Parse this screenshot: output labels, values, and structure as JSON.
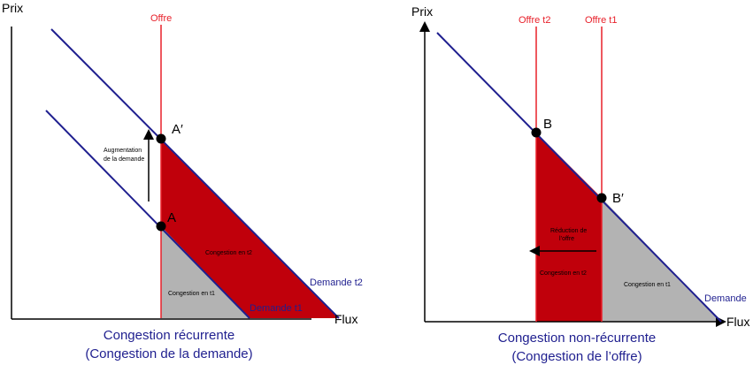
{
  "colors": {
    "supply": "#e8202a",
    "demand": "#1f1f8f",
    "congestion_red": "#c0000b",
    "congestion_grey": "#b3b3b3",
    "caption": "#1f1f8f"
  },
  "left": {
    "y_axis": "Prix",
    "x_axis": "Flux",
    "supply_label": "Offre",
    "point_a": "A",
    "point_a_prime": "A′",
    "shift_label_line1": "Augmentation",
    "shift_label_line2": "de la demande",
    "demand_t1": "Demande t1",
    "demand_t2": "Demande t2",
    "congestion_t1": "Congestion en t1",
    "congestion_t2": "Congestion en t2",
    "caption_line1": "Congestion récurrente",
    "caption_line2": "(Congestion de la demande)"
  },
  "right": {
    "y_axis": "Prix",
    "x_axis": "Flux",
    "supply_t2_label": "Offre t2",
    "supply_t1_label": "Offre t1",
    "point_b": "B",
    "point_b_prime": "B′",
    "shift_label_line1": "Réduction de",
    "shift_label_line2": "l’offre",
    "demand_label": "Demande",
    "congestion_t1": "Congestion en t1",
    "congestion_t2": "Congestion en t2",
    "caption_line1": "Congestion non-récurrente",
    "caption_line2": "(Congestion de l’offre)"
  }
}
